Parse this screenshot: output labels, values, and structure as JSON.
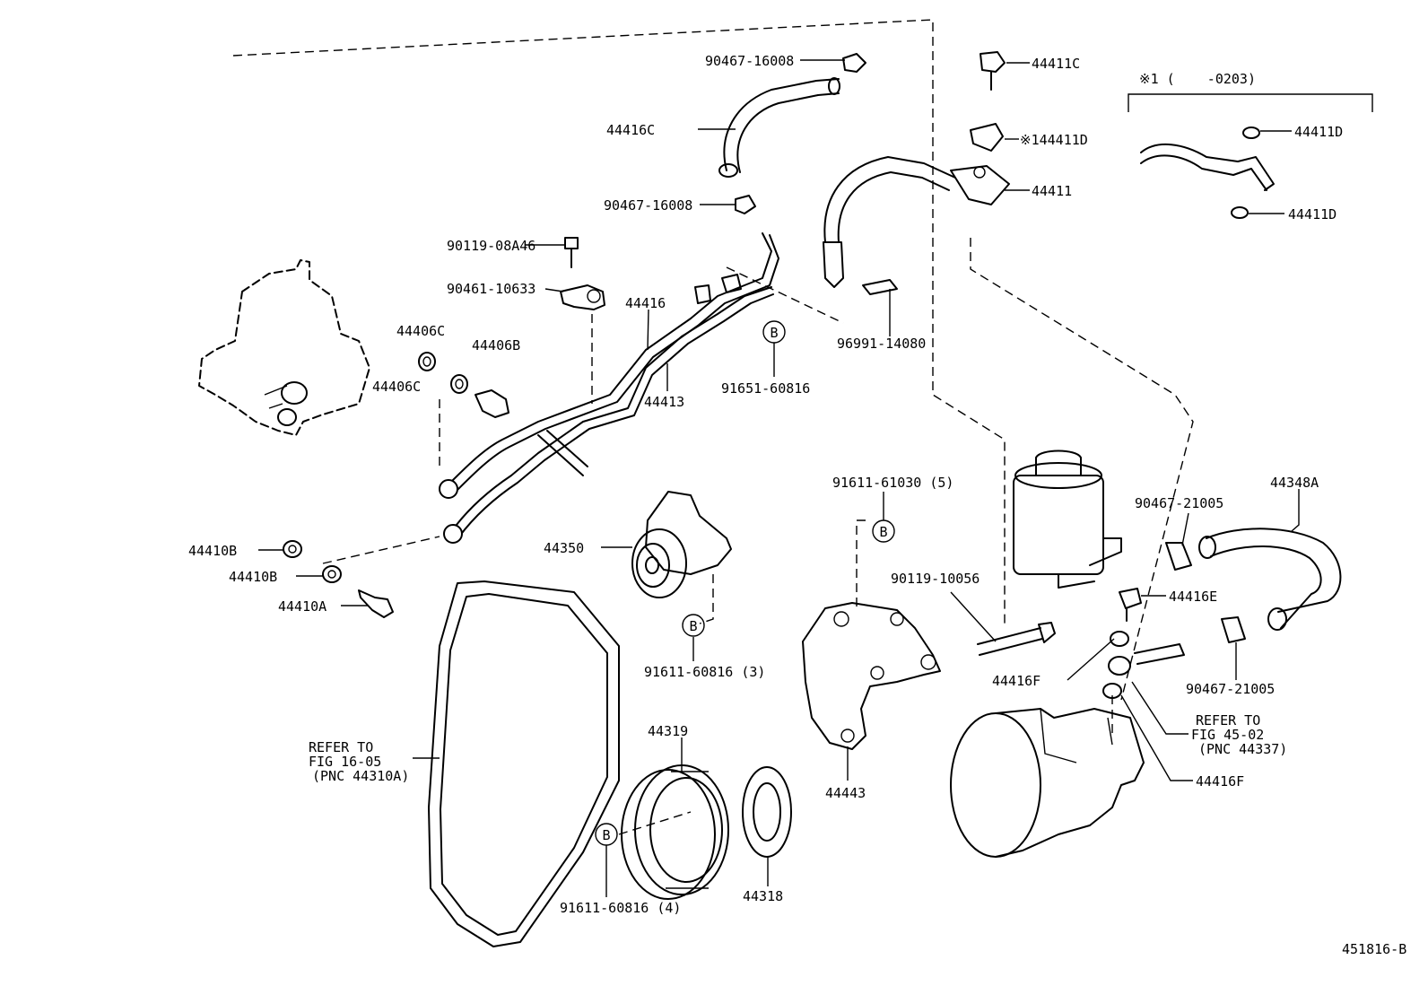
{
  "labels": {
    "l_90467_16008_top": "90467-16008",
    "l_44416C": "44416C",
    "l_90467_16008_mid": "90467-16008",
    "l_90119_08A46": "90119-08A46",
    "l_90461_10633": "90461-10633",
    "l_44416": "44416",
    "l_44406C_a": "44406C",
    "l_44406B": "44406B",
    "l_44406C_b": "44406C",
    "l_44413": "44413",
    "l_91651_60816": "91651-60816",
    "l_44411C": "44411C",
    "l_144411D": "※144411D",
    "l_44411": "44411",
    "l_96991_14080": "96991-14080",
    "l_note_1": "※1 (    -0203)",
    "l_44411D_a": "44411D",
    "l_44411D_b": "44411D",
    "l_44410B_a": "44410B",
    "l_44410B_b": "44410B",
    "l_44410A": "44410A",
    "l_44350": "44350",
    "l_91611_60816_3": "91611-60816 (3)",
    "l_91611_61030": "91611-61030 (5)",
    "l_90119_10056": "90119-10056",
    "l_90467_21005_a": "90467-21005",
    "l_44348A": "44348A",
    "l_44416E": "44416E",
    "l_44416F_a": "44416F",
    "l_90467_21005_b": "90467-21005",
    "l_refer_45_1": "REFER TO",
    "l_refer_45_2": "FIG 45-02",
    "l_refer_45_3": "(PNC 44337)",
    "l_44416F_b": "44416F",
    "l_refer_16_1": "REFER TO",
    "l_refer_16_2": "FIG 16-05",
    "l_refer_16_3": "(PNC 44310A)",
    "l_44319": "44319",
    "l_44318": "44318",
    "l_91611_60816_4": "91611-60816 (4)",
    "l_44443": "44443",
    "l_illustration_no": "451816-B",
    "b_marker_1": "B",
    "b_marker_2": "B",
    "b_marker_3": "B",
    "b_marker_4": "B"
  }
}
